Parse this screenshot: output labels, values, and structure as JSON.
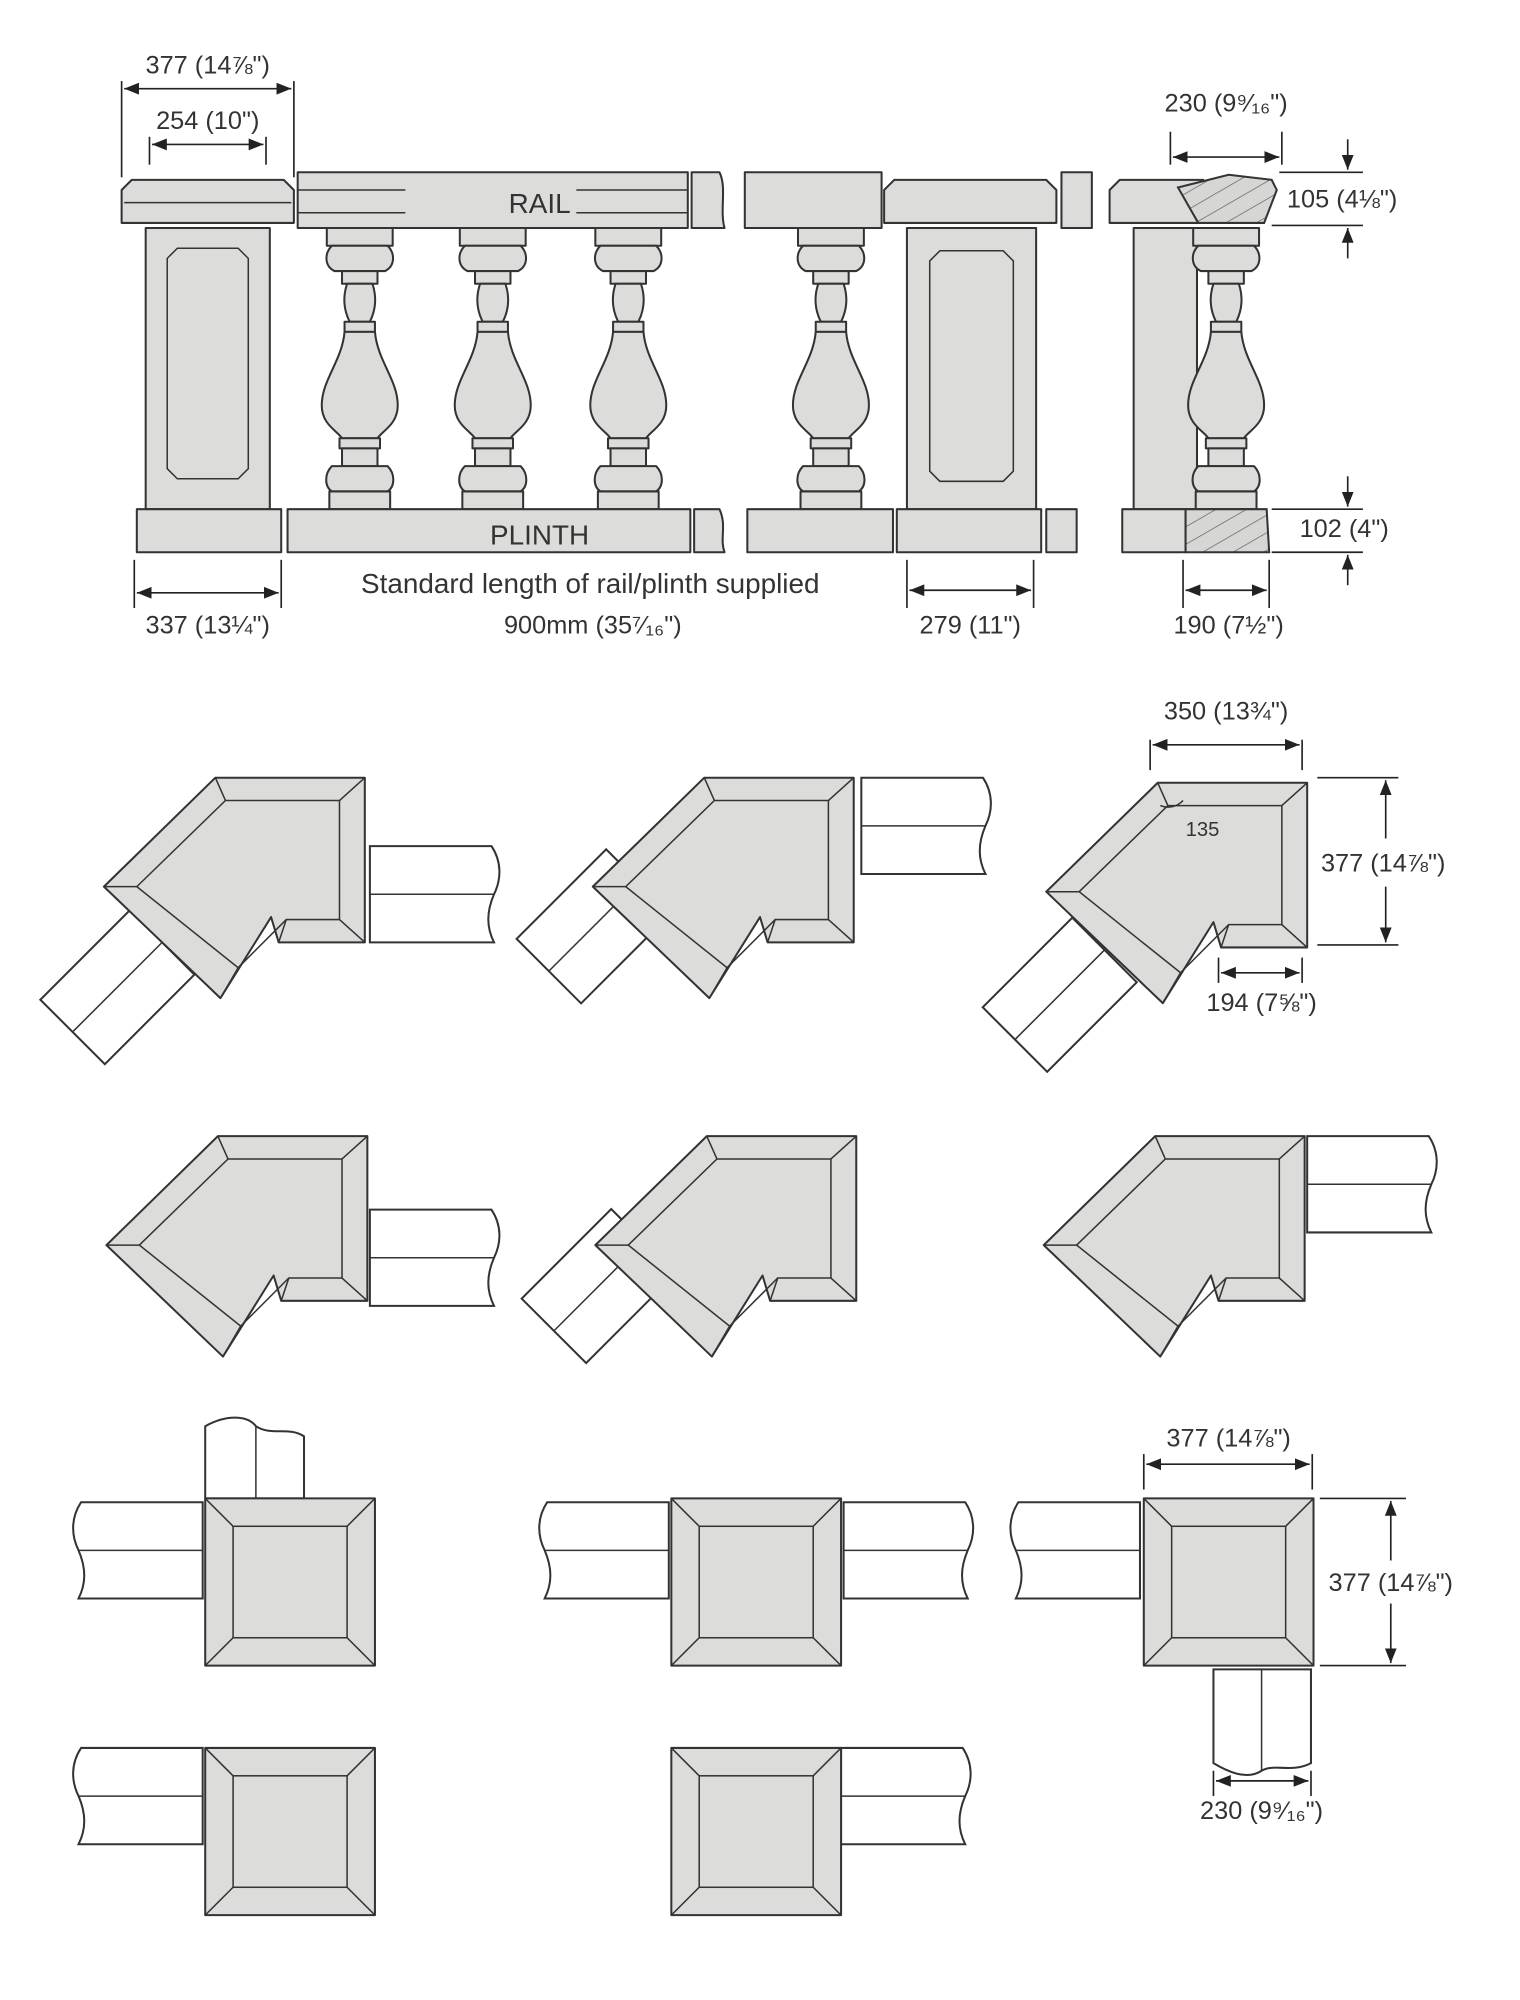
{
  "elevation": {
    "rail_label": "RAIL",
    "plinth_label": "PLINTH",
    "dims": {
      "post_cap_width": "377 (14⅞\")",
      "post_body_width": "254 (10\")",
      "post_base_width": "337 (13¼\")",
      "standard_length_caption": "Standard length of rail/plinth supplied",
      "standard_length_value": "900mm (35⁷⁄₁₆\")",
      "end_post_width": "279 (11\")",
      "rail_width": "230 (9⁹⁄₁₆\")",
      "rail_height": "105 (4⅛\")",
      "plinth_height": "102 (4\")",
      "plinth_width": "190 (7½\")"
    }
  },
  "angled_caps": {
    "width": "350 (13¾\")",
    "angle": "135",
    "height": "377 (14⅞\")",
    "return": "194 (7⅝\")"
  },
  "square_caps": {
    "width": "377 (14⅞\")",
    "height": "377 (14⅞\")",
    "rail_width": "230 (9⁹⁄₁₆\")"
  }
}
